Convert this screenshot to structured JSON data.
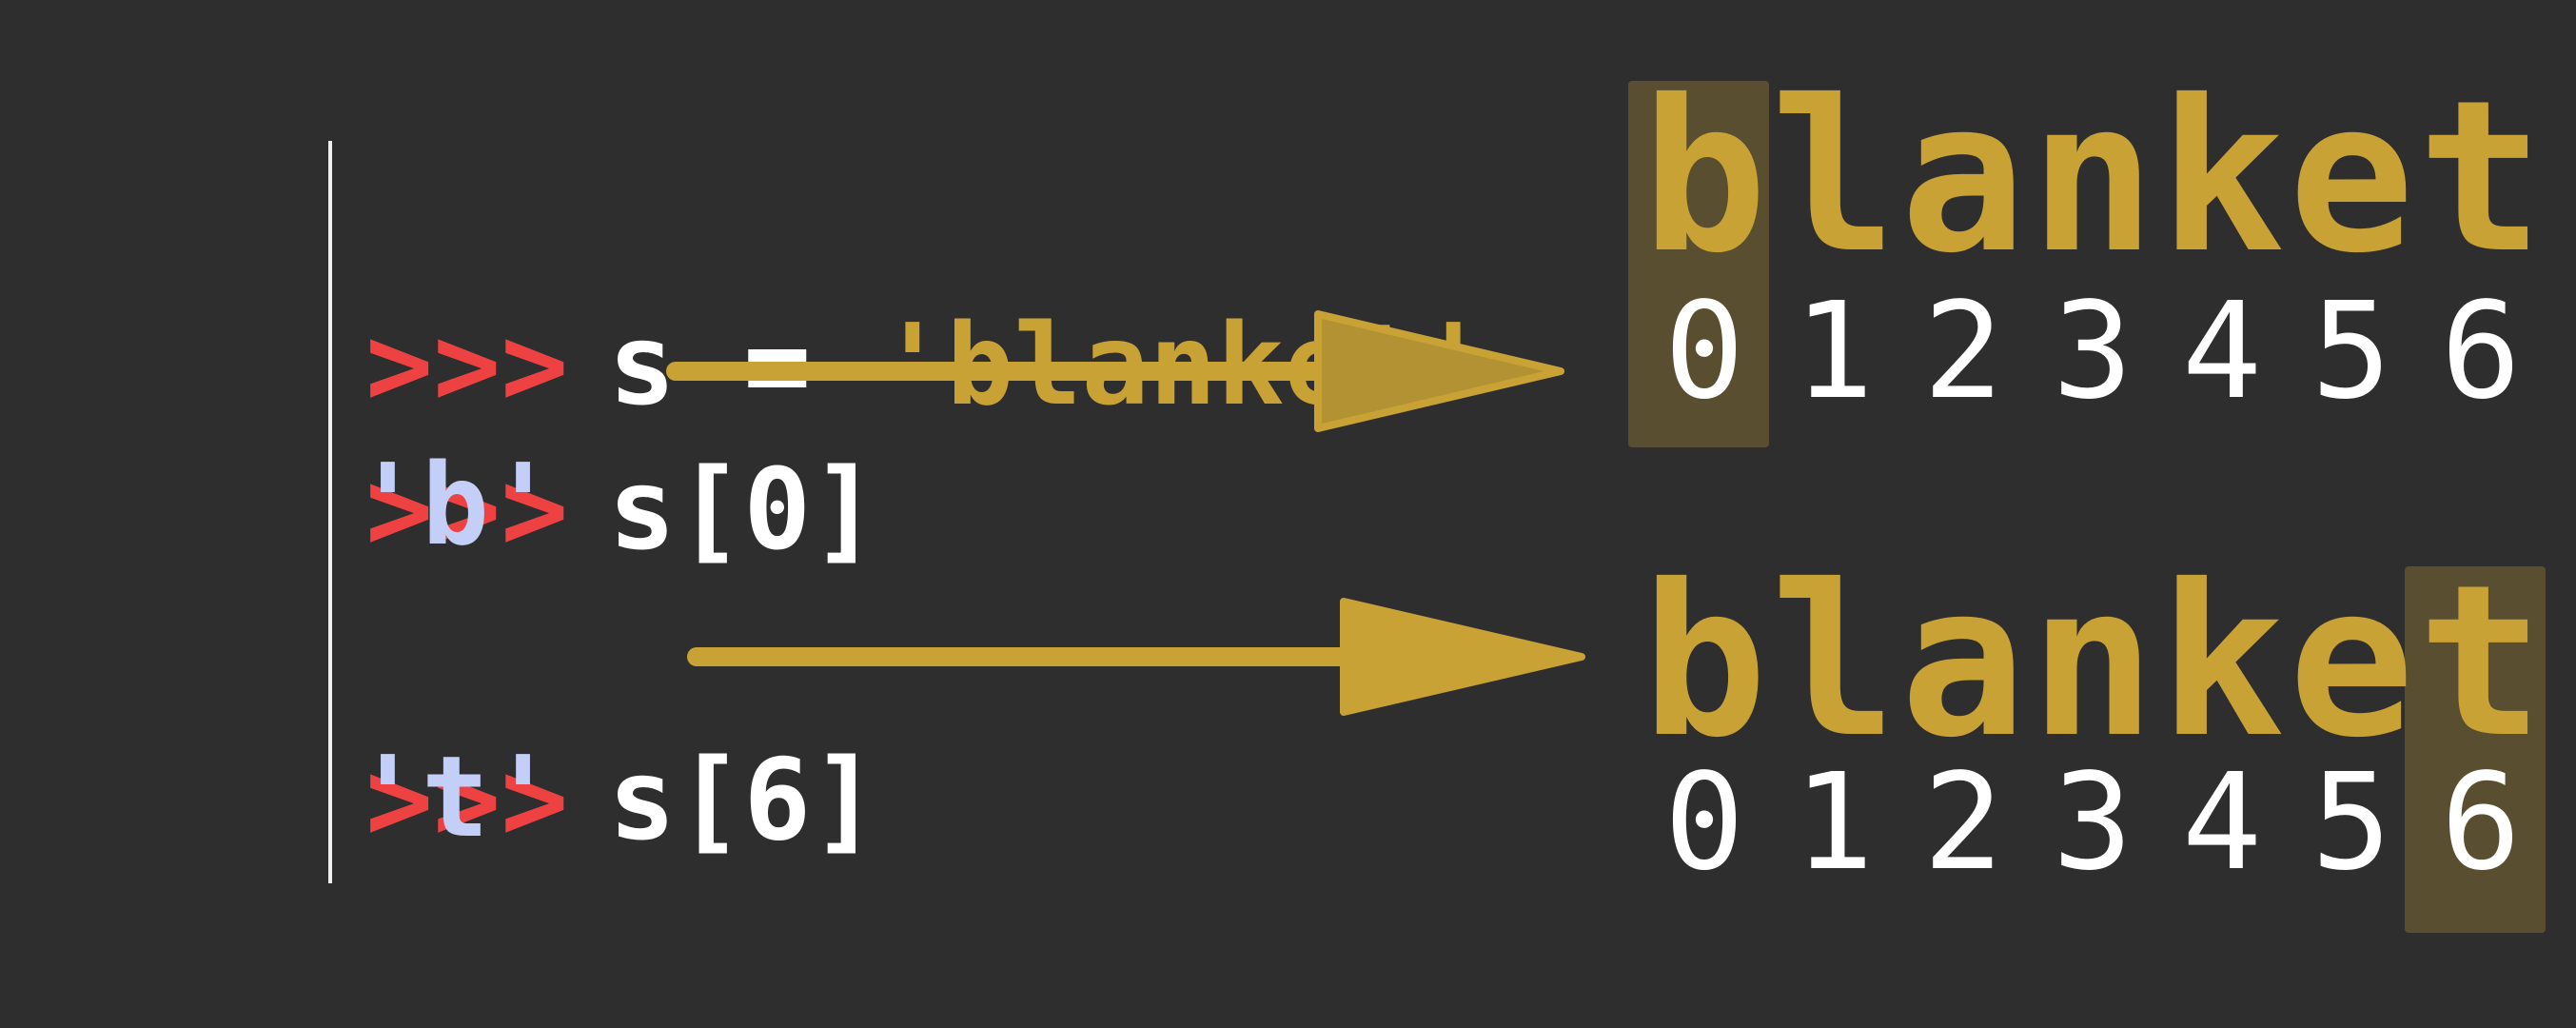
{
  "repl": {
    "prompt": ">>>",
    "line1": {
      "var": "s",
      "op": " = ",
      "str": "'blanket'"
    },
    "line2": {
      "code": "s[0]",
      "result": "'b'"
    },
    "line3": {
      "code": "s[6]",
      "result": "'t'"
    }
  },
  "diagram_top": {
    "word": [
      "b",
      "l",
      "a",
      "n",
      "k",
      "e",
      "t"
    ],
    "indices": [
      "0",
      "1",
      "2",
      "3",
      "4",
      "5",
      "6"
    ],
    "highlight_index": 0
  },
  "diagram_bottom": {
    "word": [
      "b",
      "l",
      "a",
      "n",
      "k",
      "e",
      "t"
    ],
    "indices": [
      "0",
      "1",
      "2",
      "3",
      "4",
      "5",
      "6"
    ],
    "highlight_index": 6
  },
  "colors": {
    "background": "#2e2e2e",
    "prompt": "#ee4242",
    "code": "#ffffff",
    "string": "#c9a236",
    "result": "#c4cff8",
    "arrow": "#c9a236",
    "highlight": "#c9a236"
  }
}
